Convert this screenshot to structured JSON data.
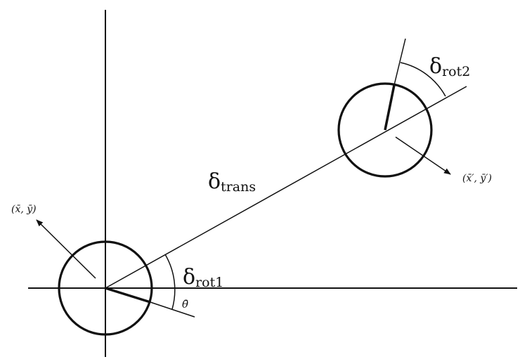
{
  "labels": {
    "delta": "δ",
    "trans_sub": "trans",
    "rot1_sub": "rot1",
    "rot2_sub": "rot2",
    "theta": "θ̄",
    "start_pose": "(x̄, ȳ)",
    "end_pose": "(x̄′, ȳ′)"
  },
  "colors": {
    "ink": "#111111",
    "background": "#ffffff"
  }
}
